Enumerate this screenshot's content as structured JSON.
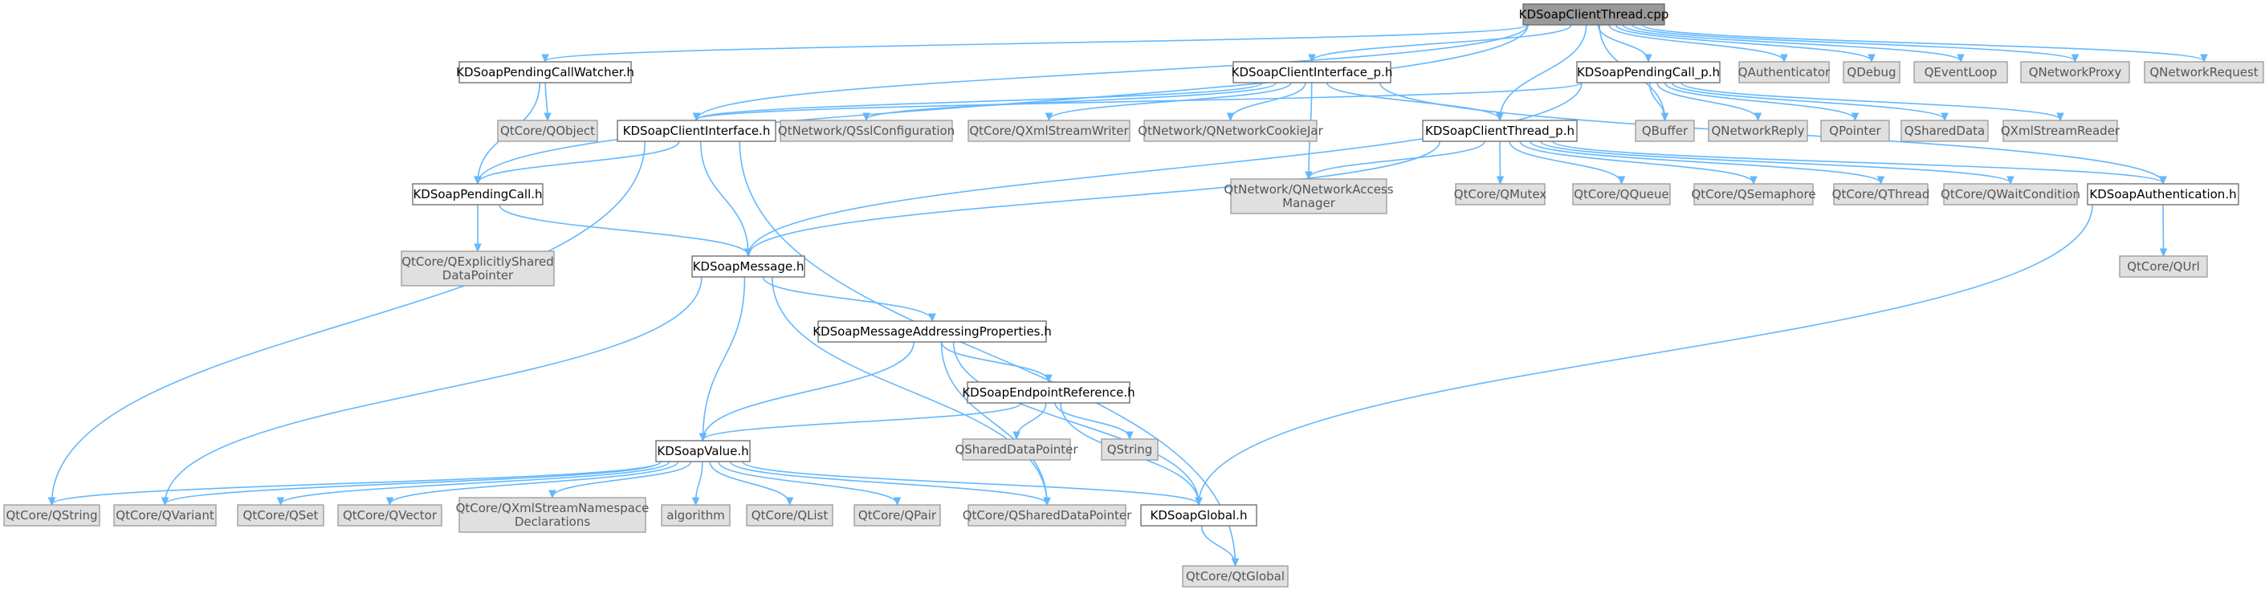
{
  "graph": {
    "root": "KDSoapClientThread.cpp",
    "nodes": [
      {
        "id": "root",
        "label": "KDSoapClientThread.cpp",
        "kind": "root"
      },
      {
        "id": "pcw",
        "label": "KDSoapPendingCallWatcher.h",
        "kind": "local"
      },
      {
        "id": "cip",
        "label": "KDSoapClientInterface_p.h",
        "kind": "local"
      },
      {
        "id": "pcp",
        "label": "KDSoapPendingCall_p.h",
        "kind": "local"
      },
      {
        "id": "qauth",
        "label": "QAuthenticator",
        "kind": "ext"
      },
      {
        "id": "qdebug",
        "label": "QDebug",
        "kind": "ext"
      },
      {
        "id": "qevl",
        "label": "QEventLoop",
        "kind": "ext"
      },
      {
        "id": "qnp",
        "label": "QNetworkProxy",
        "kind": "ext"
      },
      {
        "id": "qnreq",
        "label": "QNetworkRequest",
        "kind": "ext"
      },
      {
        "id": "qobj",
        "label": "QtCore/QObject",
        "kind": "ext"
      },
      {
        "id": "cih",
        "label": "KDSoapClientInterface.h",
        "kind": "local"
      },
      {
        "id": "qssl",
        "label": "QtNetwork/QSslConfiguration",
        "kind": "ext"
      },
      {
        "id": "qxsw",
        "label": "QtCore/QXmlStreamWriter",
        "kind": "ext"
      },
      {
        "id": "qncj",
        "label": "QtNetwork/QNetworkCookieJar",
        "kind": "ext"
      },
      {
        "id": "ctp",
        "label": "KDSoapClientThread_p.h",
        "kind": "local"
      },
      {
        "id": "qbuf",
        "label": "QBuffer",
        "kind": "ext"
      },
      {
        "id": "qnrep",
        "label": "QNetworkReply",
        "kind": "ext"
      },
      {
        "id": "qptr",
        "label": "QPointer",
        "kind": "ext"
      },
      {
        "id": "qsd",
        "label": "QSharedData",
        "kind": "ext"
      },
      {
        "id": "qxsr",
        "label": "QXmlStreamReader",
        "kind": "ext"
      },
      {
        "id": "pch",
        "label": "KDSoapPendingCall.h",
        "kind": "local"
      },
      {
        "id": "qnam",
        "label": [
          "QtNetwork/QNetworkAccess",
          "Manager"
        ],
        "kind": "ext"
      },
      {
        "id": "qmutex",
        "label": "QtCore/QMutex",
        "kind": "ext"
      },
      {
        "id": "qqueue",
        "label": "QtCore/QQueue",
        "kind": "ext"
      },
      {
        "id": "qsem",
        "label": "QtCore/QSemaphore",
        "kind": "ext"
      },
      {
        "id": "qthread",
        "label": "QtCore/QThread",
        "kind": "ext"
      },
      {
        "id": "qwc",
        "label": "QtCore/QWaitCondition",
        "kind": "ext"
      },
      {
        "id": "auth",
        "label": "KDSoapAuthentication.h",
        "kind": "local"
      },
      {
        "id": "qesdp",
        "label": [
          "QtCore/QExplicitlyShared",
          "DataPointer"
        ],
        "kind": "ext"
      },
      {
        "id": "msg",
        "label": "KDSoapMessage.h",
        "kind": "local"
      },
      {
        "id": "qurl",
        "label": "QtCore/QUrl",
        "kind": "ext"
      },
      {
        "id": "map",
        "label": "KDSoapMessageAddressingProperties.h",
        "kind": "local"
      },
      {
        "id": "epr",
        "label": "KDSoapEndpointReference.h",
        "kind": "local"
      },
      {
        "id": "qsdp",
        "label": "QSharedDataPointer",
        "kind": "ext"
      },
      {
        "id": "qstr",
        "label": "QString",
        "kind": "ext"
      },
      {
        "id": "val",
        "label": "KDSoapValue.h",
        "kind": "local"
      },
      {
        "id": "qcstr",
        "label": "QtCore/QString",
        "kind": "ext"
      },
      {
        "id": "qvar",
        "label": "QtCore/QVariant",
        "kind": "ext"
      },
      {
        "id": "qset",
        "label": "QtCore/QSet",
        "kind": "ext"
      },
      {
        "id": "qvec",
        "label": "QtCore/QVector",
        "kind": "ext"
      },
      {
        "id": "qxsnd",
        "label": [
          "QtCore/QXmlStreamNamespace",
          "Declarations"
        ],
        "kind": "ext"
      },
      {
        "id": "algo",
        "label": "algorithm",
        "kind": "ext"
      },
      {
        "id": "qlist",
        "label": "QtCore/QList",
        "kind": "ext"
      },
      {
        "id": "qpair",
        "label": "QtCore/QPair",
        "kind": "ext"
      },
      {
        "id": "qcsdp",
        "label": "QtCore/QSharedDataPointer",
        "kind": "ext"
      },
      {
        "id": "glob",
        "label": "KDSoapGlobal.h",
        "kind": "local"
      },
      {
        "id": "qtg",
        "label": "QtCore/QtGlobal",
        "kind": "ext"
      }
    ],
    "edges": [
      [
        "root",
        "pcw"
      ],
      [
        "root",
        "cip"
      ],
      [
        "root",
        "pcp"
      ],
      [
        "root",
        "qauth"
      ],
      [
        "root",
        "qdebug"
      ],
      [
        "root",
        "qevl"
      ],
      [
        "root",
        "qnp"
      ],
      [
        "root",
        "qnreq"
      ],
      [
        "root",
        "pch"
      ],
      [
        "root",
        "cih"
      ],
      [
        "root",
        "ctp"
      ],
      [
        "root",
        "qbuf"
      ],
      [
        "pcw",
        "qobj"
      ],
      [
        "pcw",
        "pch"
      ],
      [
        "cip",
        "cih"
      ],
      [
        "cip",
        "qssl"
      ],
      [
        "cip",
        "qxsw"
      ],
      [
        "cip",
        "qncj"
      ],
      [
        "cip",
        "ctp"
      ],
      [
        "cip",
        "qnam"
      ],
      [
        "cip",
        "auth"
      ],
      [
        "pcp",
        "qbuf"
      ],
      [
        "pcp",
        "qnrep"
      ],
      [
        "pcp",
        "qptr"
      ],
      [
        "pcp",
        "qsd"
      ],
      [
        "pcp",
        "qxsr"
      ],
      [
        "pcp",
        "msg"
      ],
      [
        "pcp",
        "cih"
      ],
      [
        "cih",
        "pch"
      ],
      [
        "cih",
        "msg"
      ],
      [
        "cih",
        "qcstr"
      ],
      [
        "cih",
        "qtg"
      ],
      [
        "ctp",
        "qnam"
      ],
      [
        "ctp",
        "qmutex"
      ],
      [
        "ctp",
        "qqueue"
      ],
      [
        "ctp",
        "qsem"
      ],
      [
        "ctp",
        "qthread"
      ],
      [
        "ctp",
        "qwc"
      ],
      [
        "ctp",
        "auth"
      ],
      [
        "ctp",
        "msg"
      ],
      [
        "pch",
        "qesdp"
      ],
      [
        "pch",
        "msg"
      ],
      [
        "auth",
        "qurl"
      ],
      [
        "auth",
        "glob"
      ],
      [
        "msg",
        "map"
      ],
      [
        "msg",
        "val"
      ],
      [
        "msg",
        "qcsdp"
      ],
      [
        "msg",
        "qvar"
      ],
      [
        "map",
        "epr"
      ],
      [
        "map",
        "val"
      ],
      [
        "map",
        "qcsdp"
      ],
      [
        "map",
        "glob"
      ],
      [
        "epr",
        "val"
      ],
      [
        "epr",
        "qsdp"
      ],
      [
        "epr",
        "qstr"
      ],
      [
        "epr",
        "glob"
      ],
      [
        "val",
        "qcstr"
      ],
      [
        "val",
        "qvar"
      ],
      [
        "val",
        "qset"
      ],
      [
        "val",
        "qvec"
      ],
      [
        "val",
        "qxsnd"
      ],
      [
        "val",
        "algo"
      ],
      [
        "val",
        "qlist"
      ],
      [
        "val",
        "qpair"
      ],
      [
        "val",
        "qcsdp"
      ],
      [
        "val",
        "glob"
      ],
      [
        "glob",
        "qtg"
      ]
    ]
  }
}
